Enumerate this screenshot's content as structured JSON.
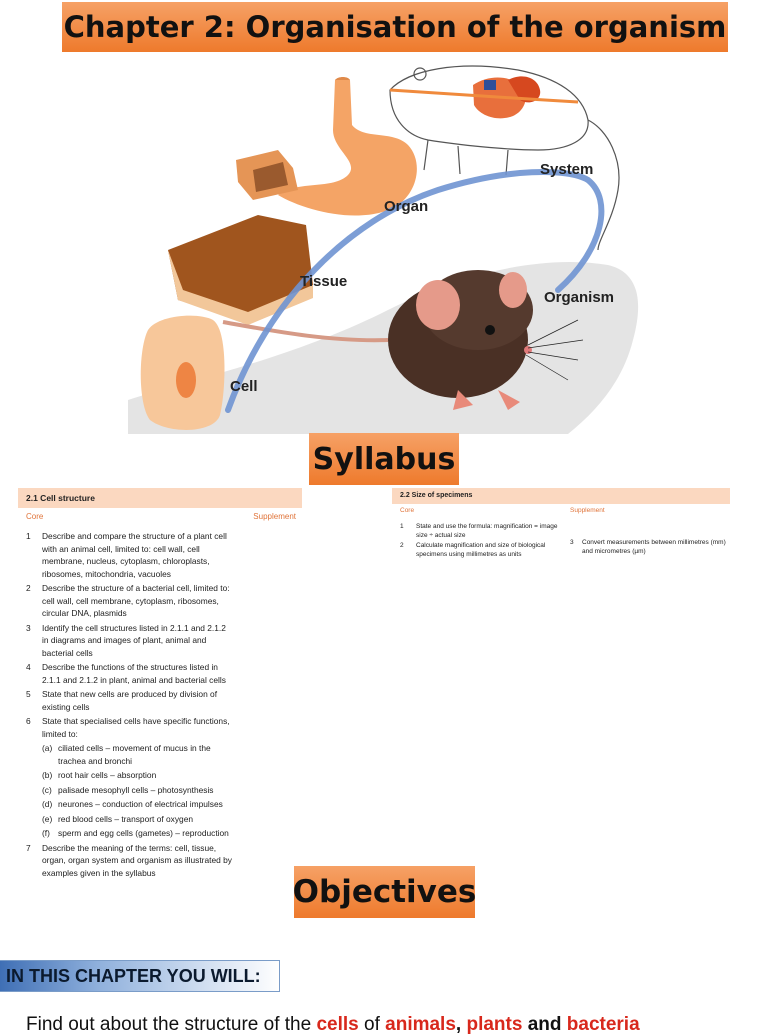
{
  "title": "Chapter 2: Organisation of the organism",
  "diagram": {
    "labels": {
      "system": "System",
      "organ": "Organ",
      "tissue": "Tissue",
      "organism": "Organism",
      "cell": "Cell"
    }
  },
  "syllabus_heading": "Syllabus",
  "cell_structure": {
    "heading": "2.1    Cell structure",
    "core_label": "Core",
    "supplement_label": "Supplement",
    "items": [
      {
        "num": "1",
        "text": "Describe and compare the structure of a plant cell with an animal cell, limited to: cell wall, cell membrane, nucleus, cytoplasm, chloroplasts, ribosomes, mitochondria, vacuoles"
      },
      {
        "num": "2",
        "text": "Describe the structure of a bacterial cell, limited to: cell wall, cell membrane, cytoplasm, ribosomes, circular DNA, plasmids"
      },
      {
        "num": "3",
        "text": "Identify the cell structures listed in 2.1.1 and 2.1.2 in diagrams and images of plant, animal and bacterial cells"
      },
      {
        "num": "4",
        "text": "Describe the functions of the structures listed in 2.1.1 and 2.1.2 in plant, animal and bacterial cells"
      },
      {
        "num": "5",
        "text": "State that new cells are produced by division of existing cells"
      },
      {
        "num": "6",
        "text": "State that specialised cells have specific functions, limited to:"
      }
    ],
    "subitems": [
      {
        "num": "(a)",
        "text": "ciliated cells – movement of mucus in the trachea and bronchi"
      },
      {
        "num": "(b)",
        "text": "root hair cells – absorption"
      },
      {
        "num": "(c)",
        "text": "palisade mesophyll cells – photosynthesis"
      },
      {
        "num": "(d)",
        "text": "neurones – conduction of electrical impulses"
      },
      {
        "num": "(e)",
        "text": "red blood cells – transport of oxygen"
      },
      {
        "num": "(f)",
        "text": "sperm and egg cells (gametes) – reproduction"
      }
    ],
    "last_item": {
      "num": "7",
      "text": "Describe the meaning of the terms: cell, tissue, organ, organ system and organism as illustrated by examples given in the syllabus"
    }
  },
  "size_of_specimens": {
    "heading": "2.2    Size of specimens",
    "core_label": "Core",
    "supplement_label": "Supplement",
    "items": [
      {
        "num": "1",
        "text": "State and use the formula: magnification = image size ÷ actual size"
      },
      {
        "num": "2",
        "text": "Calculate magnification and size of biological specimens using millimetres as units"
      }
    ],
    "supplement_items": [
      {
        "num": "3",
        "text": "Convert measurements between millimetres (mm) and micrometres (µm)"
      }
    ]
  },
  "objectives_heading": "Objectives",
  "chapter_box": "IN THIS CHAPTER YOU WILL:",
  "bullet": {
    "p1": "Find out about the structure of the ",
    "p2": "cells",
    "p3": " of ",
    "p4": "animals",
    "p5": ", ",
    "p6": "plants",
    "p7": " and ",
    "p8": "bacteria"
  }
}
